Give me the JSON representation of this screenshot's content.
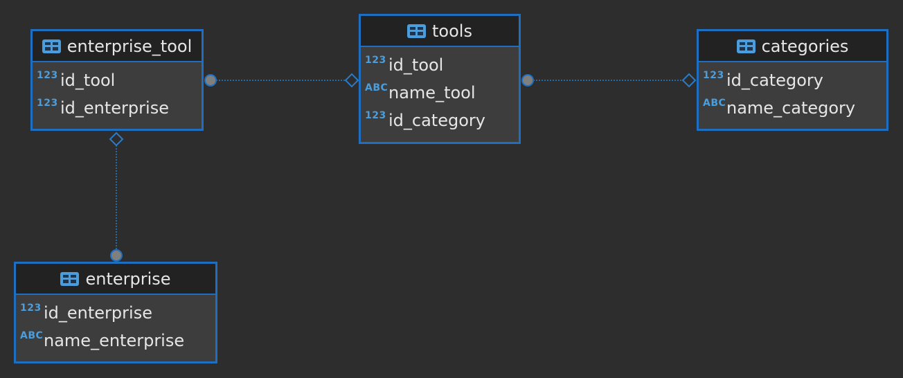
{
  "colors": {
    "background": "#2d2d2d",
    "accent": "#1e6fc1",
    "header_bg": "#222222",
    "body_bg": "#3d3d3d",
    "text": "#e6e6e6",
    "type_badge": "#4a9ede",
    "connector": "#2a7cc7",
    "key_dot": "#7f7f7f"
  },
  "entities": {
    "enterprise_tool": {
      "name": "enterprise_tool",
      "icon": "table-icon",
      "attributes": [
        {
          "type": "123",
          "name": "id_tool"
        },
        {
          "type": "123",
          "name": "id_enterprise"
        }
      ]
    },
    "tools": {
      "name": "tools",
      "icon": "table-icon",
      "attributes": [
        {
          "type": "123",
          "name": "id_tool"
        },
        {
          "type": "ABC",
          "name": "name_tool"
        },
        {
          "type": "123",
          "name": "id_category"
        }
      ]
    },
    "categories": {
      "name": "categories",
      "icon": "table-icon",
      "attributes": [
        {
          "type": "123",
          "name": "id_category"
        },
        {
          "type": "ABC",
          "name": "name_category"
        }
      ]
    },
    "enterprise": {
      "name": "enterprise",
      "icon": "table-icon",
      "attributes": [
        {
          "type": "123",
          "name": "id_enterprise"
        },
        {
          "type": "ABC",
          "name": "name_enterprise"
        }
      ]
    }
  },
  "relationships": [
    {
      "from": "enterprise_tool",
      "to": "tools"
    },
    {
      "from": "tools",
      "to": "categories"
    },
    {
      "from": "enterprise",
      "to": "enterprise_tool"
    }
  ]
}
